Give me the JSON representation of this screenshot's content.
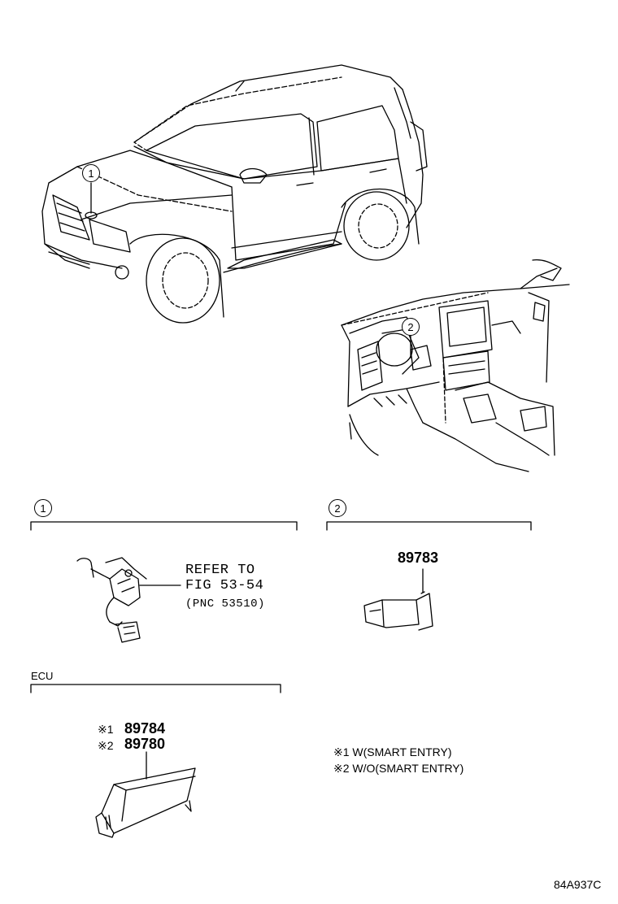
{
  "callouts": {
    "c1": "1",
    "c2": "2"
  },
  "sections": {
    "s1": {
      "number": "1"
    },
    "s2": {
      "number": "2"
    },
    "ecu": {
      "title": "ECU"
    }
  },
  "parts": {
    "refer_line1": "REFER TO",
    "refer_line2": "FIG 53-54",
    "refer_line3": "(PNC 53510)",
    "part_89783": "89783",
    "ecu_a_mark": "※1",
    "ecu_a_number": "89784",
    "ecu_b_mark": "※2",
    "ecu_b_number": "89780"
  },
  "notes": {
    "n1": "※1  W(SMART ENTRY)",
    "n2": "※2  W/O(SMART ENTRY)"
  },
  "figure_code": "84A937C",
  "colors": {
    "line": "#000000",
    "background": "#ffffff"
  }
}
